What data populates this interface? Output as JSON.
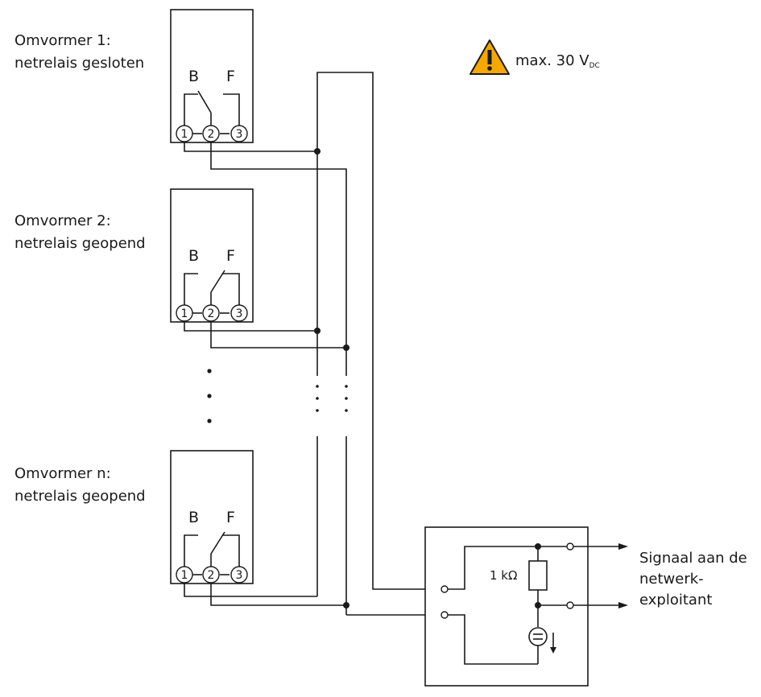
{
  "inverters": [
    {
      "title": "Omvormer 1:",
      "state": "netrelais gesloten",
      "contact_b": "B",
      "contact_f": "F",
      "terminals": [
        "1",
        "2",
        "3"
      ]
    },
    {
      "title": "Omvormer 2:",
      "state": "netrelais geopend",
      "contact_b": "B",
      "contact_f": "F",
      "terminals": [
        "1",
        "2",
        "3"
      ]
    },
    {
      "title": "Omvormer n:",
      "state": "netrelais geopend",
      "contact_b": "B",
      "contact_f": "F",
      "terminals": [
        "1",
        "2",
        "3"
      ]
    }
  ],
  "warning": {
    "icon": "warning-triangle-icon",
    "text": "max. 30 V",
    "subscript": "DC",
    "color": "#f5a800"
  },
  "resistor": {
    "label": "1 kΩ"
  },
  "output": {
    "line1": "Signaal aan de",
    "line2": "netwerk-",
    "line3": "exploitant"
  }
}
